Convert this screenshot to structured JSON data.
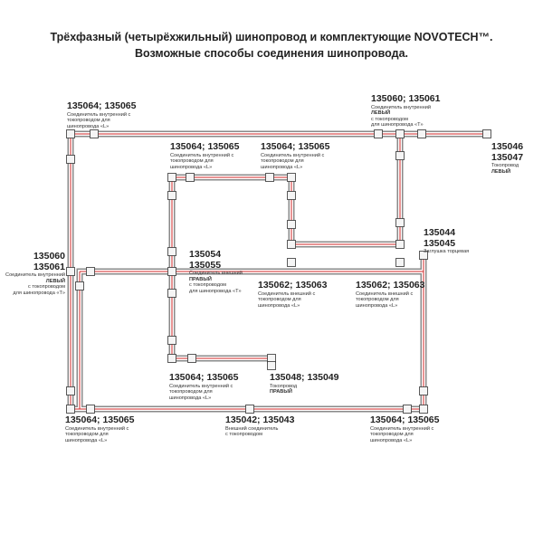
{
  "title_line1": "Трёхфазный (четырёхжильный) шинопровод и комплектующие NOVOTECH™.",
  "title_line2": "Возможные способы соединения шинопровода.",
  "colors": {
    "rail": "#8a8a8a",
    "rail_line": "#d22a2a",
    "connector_fill": "#f5f5f5",
    "connector_stroke": "#333333"
  },
  "labels": {
    "top_left": {
      "code": "135064; 135065",
      "d1": "Соединитель внутренний с",
      "d2": "токопроводом для",
      "d3": "шинопровода «L»"
    },
    "top_right": {
      "code": "135060; 135061",
      "d1": "Соединитель внутренний",
      "d2": "ЛЕВЫЙ",
      "d3": "с токопроводом",
      "d4": "для шинопровода «T»"
    },
    "right_track": {
      "code1": "135046",
      "code2": "135047",
      "d1": "Токопровод",
      "d2": "ЛЕВЫЙ"
    },
    "inner_left": {
      "code": "135064; 135065",
      "d1": "Соединитель внутренний с",
      "d2": "токопроводом для",
      "d3": "шинопровода «L»"
    },
    "inner_right": {
      "code": "135064; 135065",
      "d1": "Соединитель внутренний с",
      "d2": "токопроводом для",
      "d3": "шинопровода «L»"
    },
    "end_cap": {
      "code1": "135044",
      "code2": "135045",
      "d1": "Заглушка торцевая"
    },
    "left_mid": {
      "code1": "135060",
      "code2": "135061",
      "d1": "Соединитель внутренний",
      "d2": "ЛЕВЫЙ",
      "d3": "с токопроводом",
      "d4": "для шинопровода «T»"
    },
    "center_mid": {
      "code1": "135054",
      "code2": "135055",
      "d1": "Соединитель внешний",
      "d2": "ПРАВЫЙ",
      "d3": "с токопроводом",
      "d4": "для шинопровода «T»"
    },
    "mid_ext_a": {
      "code": "135062; 135063",
      "d1": "Соединитель внешний с",
      "d2": "токопроводом для",
      "d3": "шинопровода «L»"
    },
    "mid_ext_b": {
      "code": "135062; 135063",
      "d1": "Соединитель внешний с",
      "d2": "токопроводом для",
      "d3": "шинопровода «L»"
    },
    "lower_inner": {
      "code": "135064; 135065",
      "d1": "Соединитель внутренний с",
      "d2": "токопроводом для",
      "d3": "шинопровода «L»"
    },
    "right_track_b": {
      "code": "135048; 135049",
      "d1": "Токопровод",
      "d2": "ПРАВЫЙ"
    },
    "bottom_left": {
      "code": "135064; 135065",
      "d1": "Соединитель внутренний с",
      "d2": "токопроводом для",
      "d3": "шинопровода «L»"
    },
    "bottom_mid": {
      "code": "135042; 135043",
      "d1": "Внешний соединитель",
      "d2": "с токопроводом"
    },
    "bottom_right": {
      "code": "135064; 135065",
      "d1": "Соединитель внутренний с",
      "d2": "токопроводом для",
      "d3": "шинопровода «L»"
    }
  }
}
